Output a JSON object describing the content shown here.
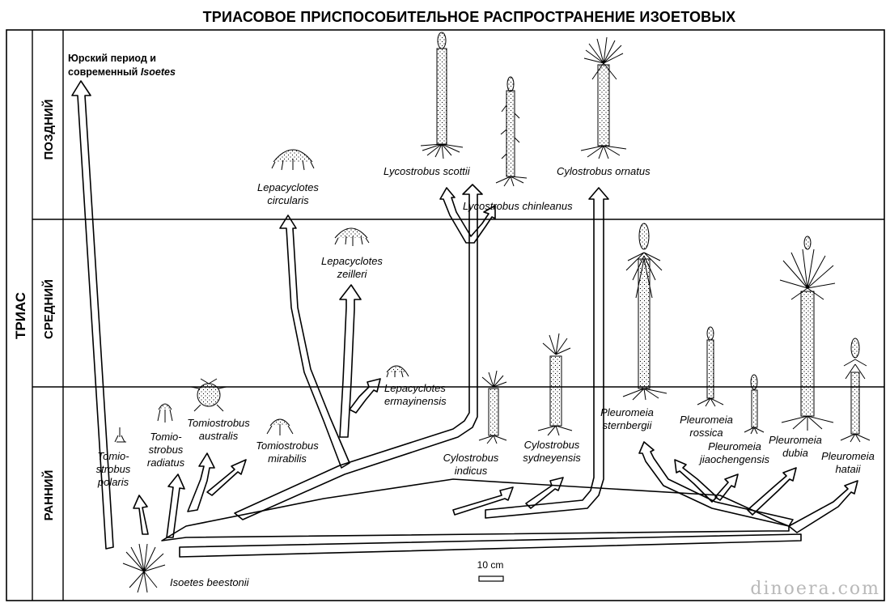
{
  "title": "ТРИАСОВОЕ ПРИСПОСОБИТЕЛЬНОЕ РАСПРОСТРАНЕНИЕ ИЗОЕТОВЫХ",
  "era": "ТРИАС",
  "periods": {
    "late": "ПОЗДНИЙ",
    "middle": "СРЕДНИЙ",
    "early": "РАННИЙ"
  },
  "jurassic_note": {
    "line1": "Юрский период и",
    "line2_prefix": "современный ",
    "line2_taxon": "Isoetes"
  },
  "taxa": {
    "lepacyclotes_circularis": [
      "Lepacyclotes",
      "circularis"
    ],
    "lepacyclotes_zeilleri": [
      "Lepacyclotes",
      "zeilleri"
    ],
    "lepacyclotes_ermayinensis": [
      "Lepacyclotes",
      "ermayinensis"
    ],
    "lycostrobus_scottii": "Lycostrobus scottii",
    "lycostrobus_chinleanus": "Lycostrobus chinleanus",
    "cylostrobus_ornatus": "Cylostrobus ornatus",
    "tomiostrobus_polaris": [
      "Tomio-",
      "strobus",
      "polaris"
    ],
    "tomiostrobus_radiatus": [
      "Tomio-",
      "strobus",
      "radiatus"
    ],
    "tomiostrobus_australis": [
      "Tomiostrobus",
      "australis"
    ],
    "tomiostrobus_mirabilis": [
      "Tomiostrobus",
      "mirabilis"
    ],
    "cylostrobus_indicus": [
      "Cylostrobus",
      "indicus"
    ],
    "cylostrobus_sydneyensis": [
      "Cylostrobus",
      "sydneyensis"
    ],
    "pleuromeia_sternbergii": [
      "Pleuromeia",
      "sternbergii"
    ],
    "pleuromeia_rossica": [
      "Pleuromeia",
      "rossica"
    ],
    "pleuromeia_jiaochengensis": [
      "Pleuromeia",
      "jiaochengensis"
    ],
    "pleuromeia_dubia": [
      "Pleuromeia",
      "dubia"
    ],
    "pleuromeia_hataii": [
      "Pleuromeia",
      "hataii"
    ],
    "isoetes_beestonii": "Isoetes beestonii"
  },
  "scale_bar": "10 cm",
  "watermark": "dinoera.com"
}
